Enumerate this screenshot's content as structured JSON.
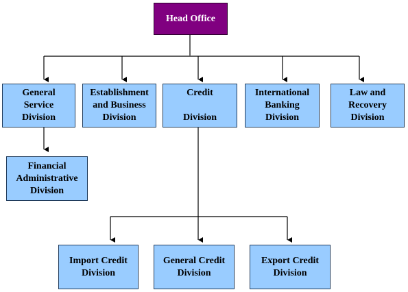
{
  "colors": {
    "head_fill": "#800080",
    "head_text": "#ffffff",
    "node_fill": "#99ccff",
    "line": "#000000"
  },
  "nodes": {
    "head_office": "Head Office",
    "general_service": "General\nService\nDivision",
    "establishment": "Establishment\nand Business\nDivision",
    "credit": "Credit\n\nDivision",
    "international": "International\nBanking\nDivision",
    "law_recovery": "Law and\nRecovery\nDivision",
    "financial_admin": "Financial\nAdministrative\nDivision",
    "import_credit": "Import Credit\nDivision",
    "general_credit": "General Credit\nDivision",
    "export_credit": "Export Credit\nDivision"
  },
  "edges": [
    [
      "head_office",
      "general_service"
    ],
    [
      "head_office",
      "establishment"
    ],
    [
      "head_office",
      "credit"
    ],
    [
      "head_office",
      "international"
    ],
    [
      "head_office",
      "law_recovery"
    ],
    [
      "general_service",
      "financial_admin"
    ],
    [
      "credit",
      "import_credit"
    ],
    [
      "credit",
      "general_credit"
    ],
    [
      "credit",
      "export_credit"
    ]
  ]
}
